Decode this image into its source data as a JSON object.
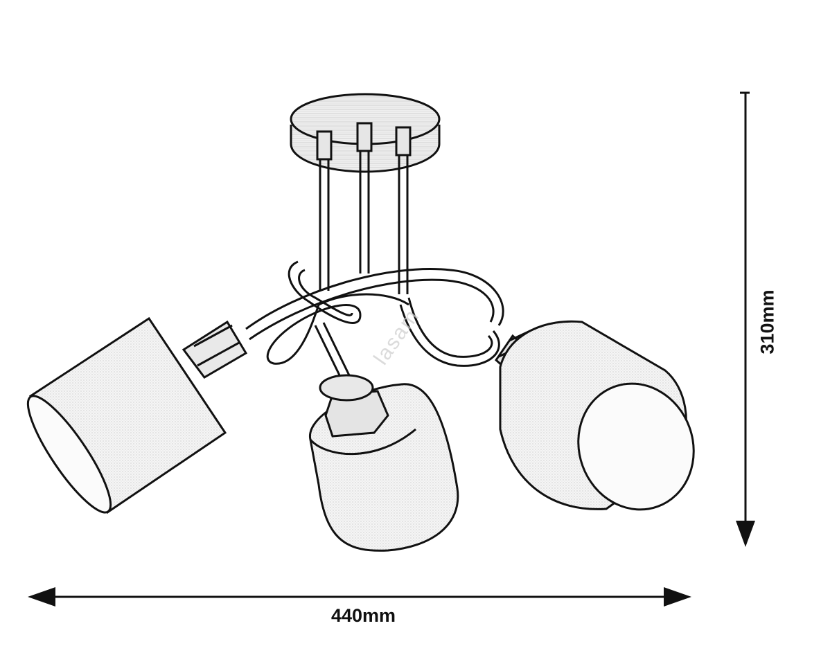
{
  "dimensions": {
    "width_label": "440mm",
    "height_label": "310mm"
  },
  "watermark": "lasam",
  "colors": {
    "line": "#111111",
    "shade_fill": "#f4f4f4",
    "base_fill": "#ececec",
    "background": "#ffffff"
  }
}
